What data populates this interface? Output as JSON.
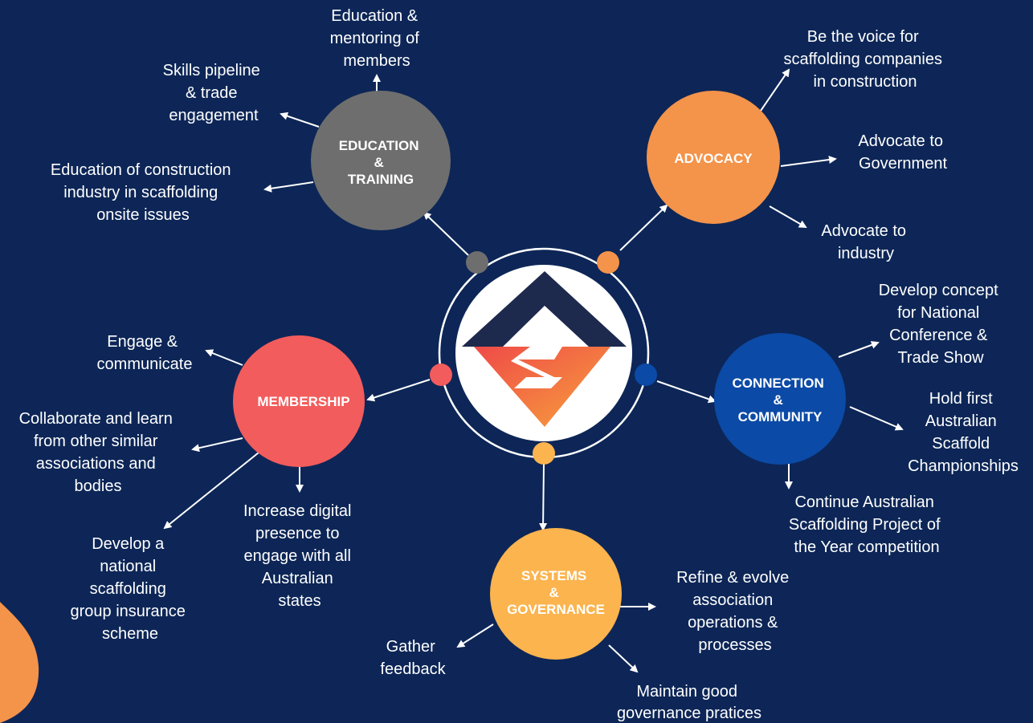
{
  "colors": {
    "background": "#0d2657",
    "education": "#6e6e6e",
    "advocacy": "#f4934a",
    "membership": "#f25c5c",
    "connection": "#0b4aa6",
    "systems": "#fbb44e",
    "white": "#ffffff",
    "logo_navy": "#1d2a4d",
    "logo_orange": "#ef5a45"
  },
  "center": {
    "logo_icon": "scaffold-association-logo-icon"
  },
  "nodes": {
    "education": {
      "label": [
        "EDUCATION",
        "&",
        "TRAINING"
      ]
    },
    "advocacy": {
      "label": [
        "ADVOCACY"
      ]
    },
    "membership": {
      "label": [
        "MEMBERSHIP"
      ]
    },
    "connection": {
      "label": [
        "CONNECTION",
        "&",
        "COMMUNITY"
      ]
    },
    "systems": {
      "label": [
        "SYSTEMS",
        "&",
        "GOVERNANCE"
      ]
    }
  },
  "leaves": {
    "education_mentoring": [
      "Education &",
      "mentoring of",
      "members"
    ],
    "skills_pipeline": [
      "Skills pipeline",
      "& trade",
      "engagement"
    ],
    "education_industry": [
      "Education of construction",
      "industry in scaffolding",
      "onsite issues"
    ],
    "voice": [
      "Be the voice for",
      "scaffolding companies",
      "in construction"
    ],
    "advocate_government": [
      "Advocate to",
      "Government"
    ],
    "advocate_industry": [
      "Advocate to",
      "industry"
    ],
    "national_conference": [
      "Develop concept",
      "for National",
      "Conference &",
      "Trade Show"
    ],
    "championships": [
      "Hold first",
      "Australian",
      "Scaffold",
      "Championships"
    ],
    "project_of_year": [
      "Continue Australian",
      "Scaffolding Project of",
      "the Year competition"
    ],
    "engage": [
      "Engage &",
      "communicate"
    ],
    "collaborate": [
      "Collaborate and learn",
      "from other similar",
      "associations and",
      "bodies"
    ],
    "insurance": [
      "Develop a",
      "national",
      "scaffolding",
      "group insurance",
      "scheme"
    ],
    "digital": [
      "Increase digital",
      "presence to",
      "engage with all",
      "Australian",
      "states"
    ],
    "refine": [
      "Refine & evolve",
      "association",
      "operations &",
      "processes"
    ],
    "feedback": [
      "Gather",
      "feedback"
    ],
    "governance": [
      "Maintain good",
      "governance pratices"
    ]
  }
}
